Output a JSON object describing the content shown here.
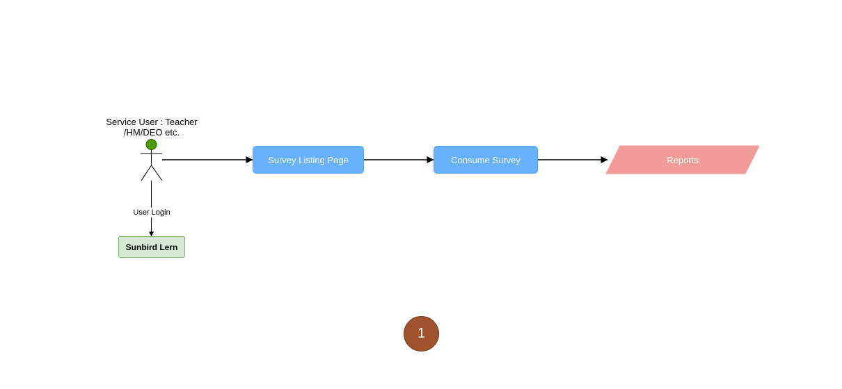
{
  "actor": {
    "label_line1": "Service User : Teacher",
    "label_line2": "/HM/DEO etc."
  },
  "edges": {
    "login_label": "User Login"
  },
  "nodes": {
    "sunbird_lern": "Sunbird Lern",
    "survey_listing": "Survey Listing Page",
    "consume_survey": "Consume Survey",
    "reports": "Reports"
  },
  "badge": {
    "step": "1"
  },
  "colors": {
    "process_box": "#66b2ff",
    "reports_shape": "#f19c99",
    "login_box_fill": "#d5e8d4",
    "login_box_border": "#82b366",
    "actor_head": "#4d9900",
    "badge_fill": "#a0522d"
  }
}
